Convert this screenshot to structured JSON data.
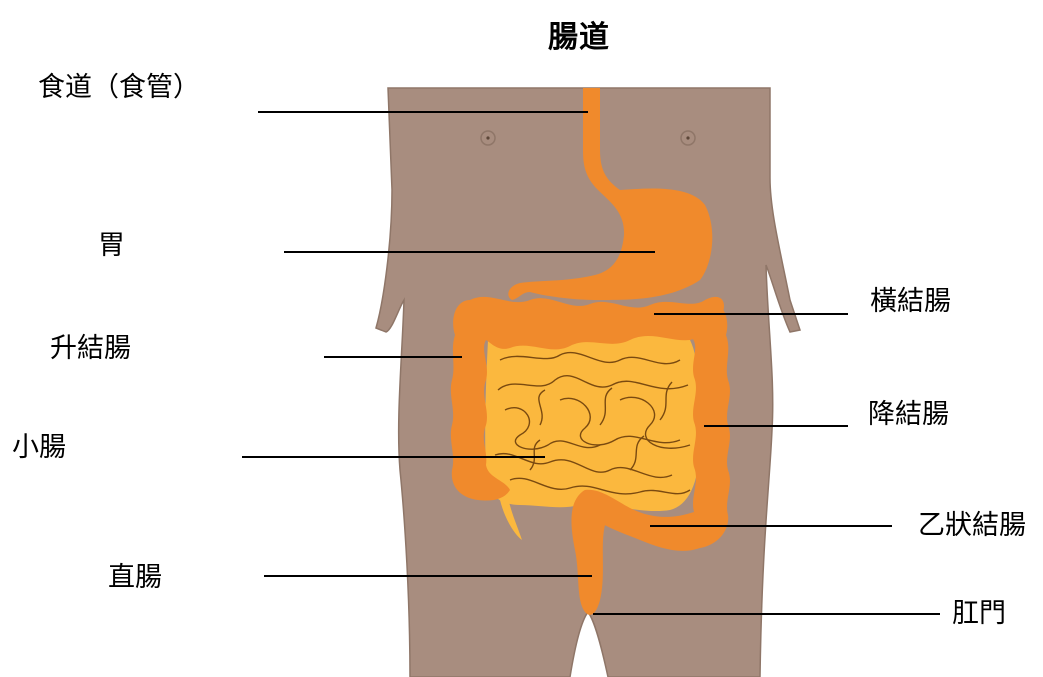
{
  "title": "腸道",
  "labels": {
    "esophagus": "食道（食管）",
    "stomach": "胃",
    "ascending_colon": "升結腸",
    "small_intestine": "小腸",
    "rectum": "直腸",
    "transverse_colon": "橫結腸",
    "descending_colon": "降結腸",
    "sigmoid_colon": "乙狀結腸",
    "anus": "肛門"
  },
  "colors": {
    "skin": "#a88d7f",
    "skin_edge": "#8f7668",
    "large_intestine": "#f08a2c",
    "small_intestine": "#fbb83e",
    "small_intestine_outline": "#7a4a10",
    "leader_line": "#000000"
  }
}
